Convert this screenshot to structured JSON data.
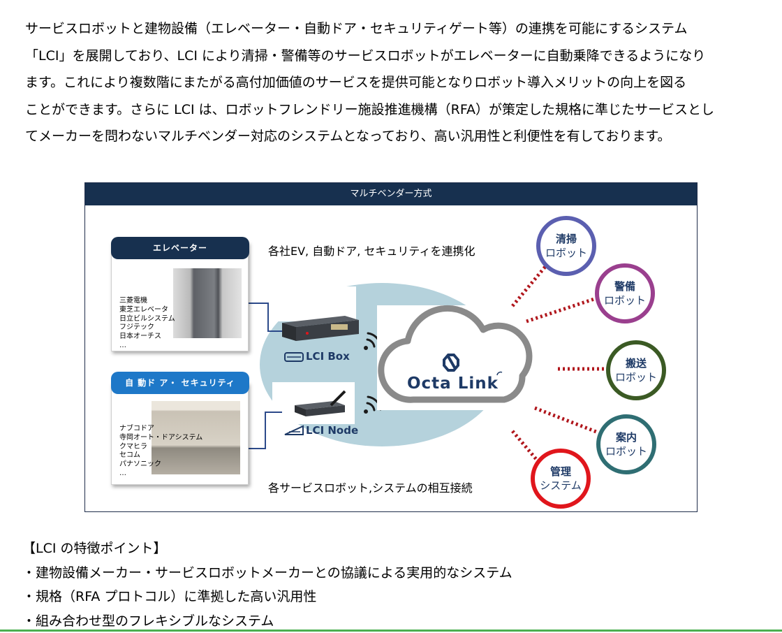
{
  "intro": {
    "lines": [
      "サービスロボットと建物設備（エレベーター・自動ドア・セキュリティゲート等）の連携を可能にするシステム",
      "「LCI」を展開しており、LCI により清掃・警備等のサービスロボットがエレベーターに自動乗降できるようになり",
      "ます。これにより複数階にまたがる高付加価値のサービスを提供可能となりロボット導入メリットの向上を図る",
      "ことができます。さらに LCI は、ロボットフレンドリー施設推進機構（RFA）が策定した規格に準じたサービスとし",
      "てメーカーを問わないマルチベンダー対応のシステムとなっており、高い汎用性と利便性を有しております。"
    ]
  },
  "diagram": {
    "header": "マルチベンダー方式",
    "caption_top": "各社EV, 自動ドア, セキュリティを連携化",
    "caption_bottom": "各サービスロボット,システムの相互接続",
    "elevator_panel": {
      "title": "エレベーター",
      "vendors": [
        "三菱電機",
        "東芝エレベータ",
        "日立ビルシステム",
        "フジテック",
        "日本オーチス",
        "…"
      ]
    },
    "door_panel": {
      "title": "自 動ド ア・ セキュリティ",
      "vendors": [
        "ナブコドア",
        "寺岡オート・ドアシステム",
        "クマヒラ",
        "セコム",
        "パナソニック",
        "…"
      ]
    },
    "lci_box_label": "LCI Box",
    "lci_node_label": "LCI Node",
    "cloud_label": "Octa Link",
    "robots": [
      {
        "line1": "清掃",
        "line2": "ロボット",
        "color": "#5b5fb0"
      },
      {
        "line1": "警備",
        "line2": "ロボット",
        "color": "#9a3f8e"
      },
      {
        "line1": "搬送",
        "line2": "ロボット",
        "color": "#3b5a24"
      },
      {
        "line1": "案内",
        "line2": "ロボット",
        "color": "#2f6e73"
      },
      {
        "line1": "管理",
        "line2": "システム",
        "color": "#e0161c"
      }
    ],
    "colors": {
      "header": "#17304f",
      "ellipse": "#b5d2dc",
      "connector": "#b0161c",
      "line": "#2c4a8a",
      "cloud": "#8a8a8a"
    }
  },
  "features": {
    "title": "【LCI の特徴ポイント】",
    "items": [
      "・建物設備メーカー・サービスロボットメーカーとの協議による実用的なシステム",
      "・規格（RFA プロトコル）に準拠した高い汎用性",
      "・組み合わせ型のフレキシブルなシステム"
    ]
  }
}
